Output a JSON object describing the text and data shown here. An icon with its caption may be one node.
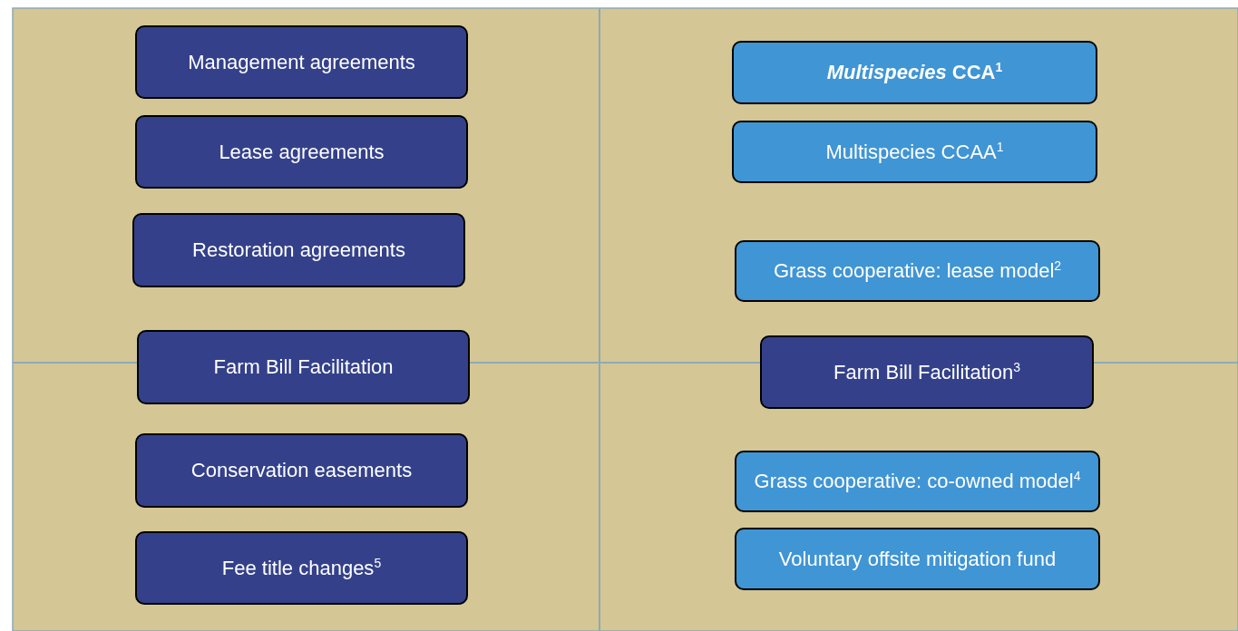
{
  "diagram": {
    "nodes": [
      {
        "text": [
          "Management agreements"
        ]
      },
      {
        "text": [
          "Lease agreements"
        ]
      },
      {
        "text": [
          "Restoration agreements"
        ]
      },
      {
        "text": [
          "Farm Bill Facilitation"
        ]
      },
      {
        "text": [
          "Conservation easements"
        ]
      },
      {
        "text": [
          "Fee title changes$^{5}$"
        ]
      },
      {
        "text": [
          "*Multispecies* CCA$^{1}$"
        ]
      },
      {
        "text": [
          "Multispecies CCAA$^{1}$"
        ]
      },
      {
        "text": [
          "Grass cooperative: lease model$^{2}$"
        ]
      },
      {
        "text": [
          "Farm Bill Facilitation$^{3}$"
        ]
      },
      {
        "text": [
          "Grass cooperative: co-owned model$^{4}$"
        ]
      },
      {
        "text": [
          "Voluntary offsite mitigation fund"
        ]
      }
    ]
  }
}
